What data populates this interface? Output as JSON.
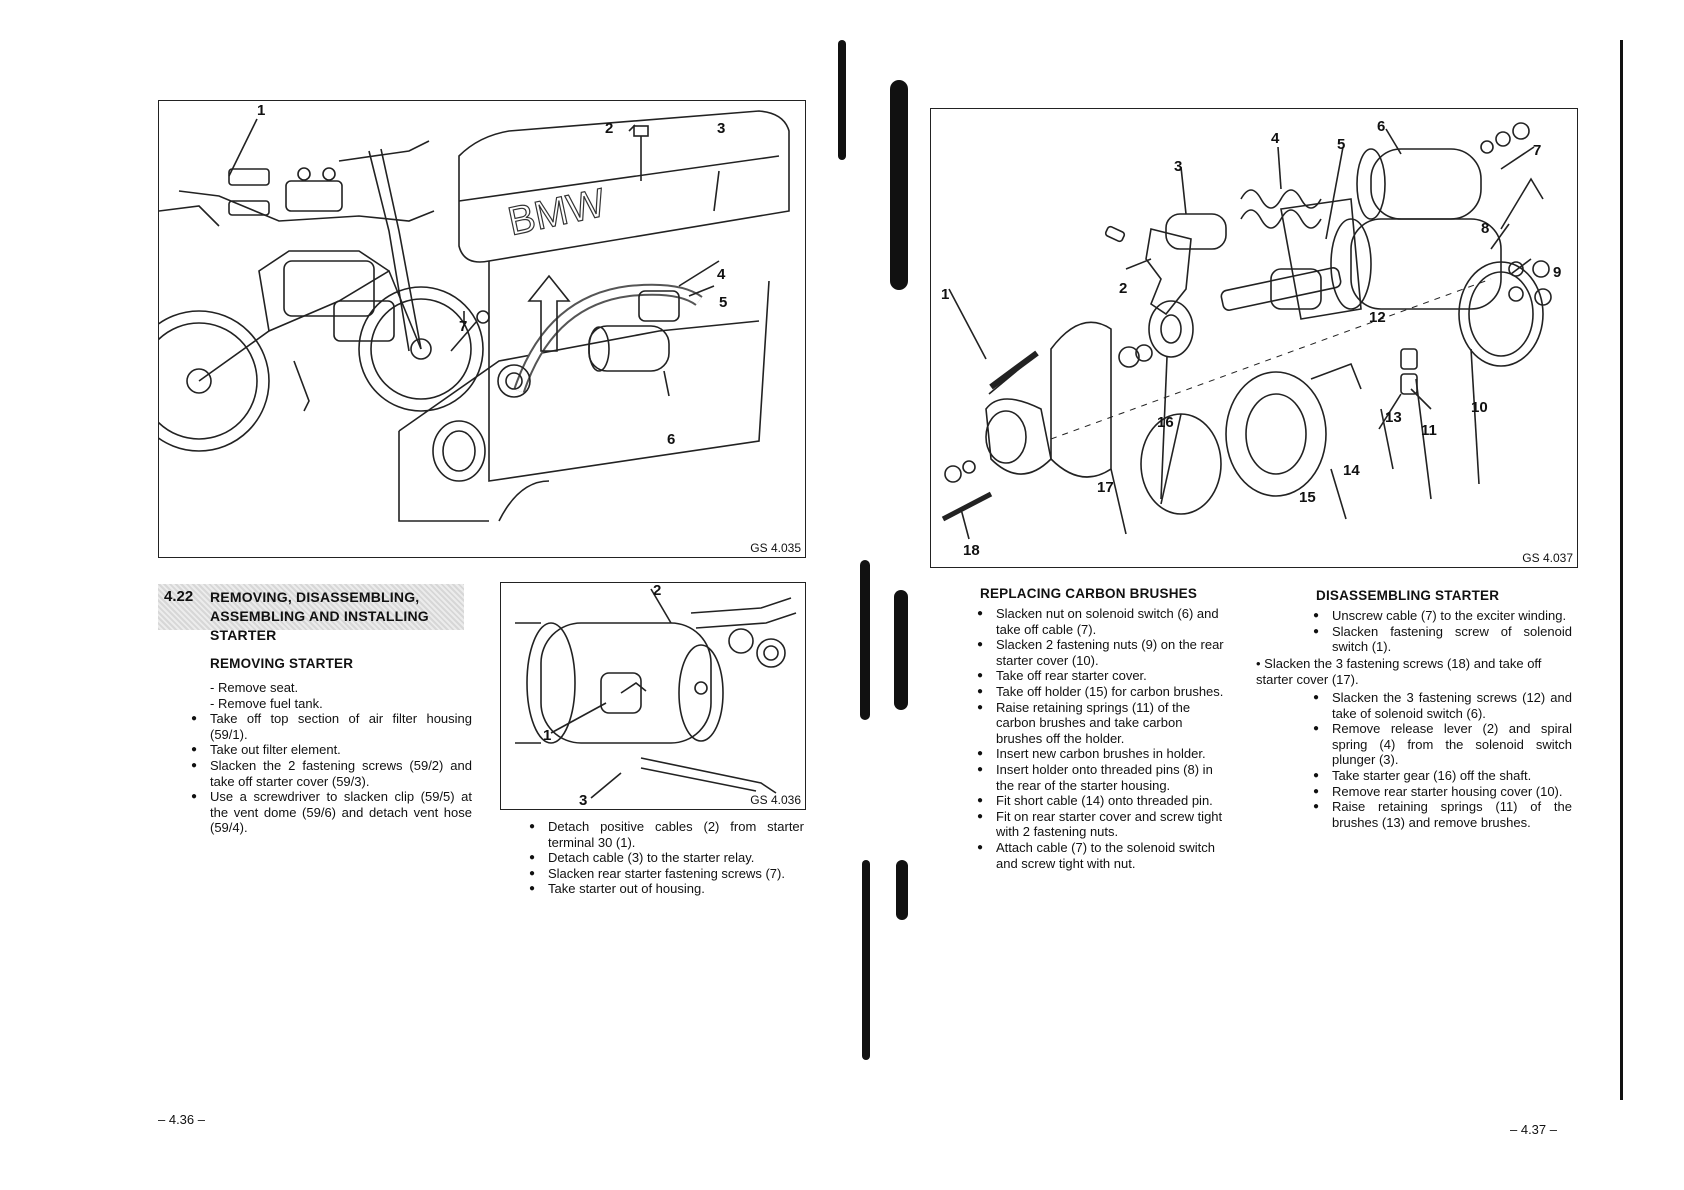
{
  "left_page": {
    "figure_1": {
      "code": "GS 4.035",
      "callouts": [
        "1",
        "2",
        "3",
        "4",
        "5",
        "6",
        "7"
      ],
      "logo_text": "BMW"
    },
    "figure_2": {
      "code": "GS 4.036",
      "callouts": [
        "1",
        "2",
        "3"
      ]
    },
    "section": {
      "number": "4.22",
      "title": "REMOVING, DISASSEMBLING, ASSEMBLING AND INSTALLING STARTER"
    },
    "removing_starter": {
      "heading": "REMOVING STARTER",
      "steps": [
        {
          "type": "dash",
          "text": "Remove seat."
        },
        {
          "type": "dash",
          "text": "Remove fuel tank."
        },
        {
          "type": "bullet",
          "text": "Take off top section of air filter housing (59/1)."
        },
        {
          "type": "bullet",
          "text": "Take out filter element."
        },
        {
          "type": "bullet",
          "text": "Slacken the 2 fastening screws (59/2) and take off starter cover (59/3)."
        },
        {
          "type": "bullet",
          "text": "Use a screwdriver to slacken clip (59/5) at the vent dome (59/6) and detach vent hose (59/4)."
        }
      ]
    },
    "removing_starter_cont": [
      "Detach positive cables (2) from starter terminal 30 (1).",
      "Detach cable (3) to the starter relay.",
      "Slacken rear starter fastening screws (7).",
      "Take starter out of housing."
    ],
    "page_number": "– 4.36 –"
  },
  "right_page": {
    "figure_3": {
      "code": "GS 4.037",
      "callouts": [
        "1",
        "2",
        "3",
        "4",
        "5",
        "6",
        "7",
        "8",
        "9",
        "10",
        "11",
        "12",
        "13",
        "14",
        "15",
        "16",
        "17",
        "18"
      ]
    },
    "replacing_brushes": {
      "heading": "REPLACING CARBON BRUSHES",
      "steps": [
        "Slacken nut on solenoid switch (6) and take off cable (7).",
        "Slacken 2 fastening nuts (9) on the rear starter cover (10).",
        "Take off rear starter cover.",
        "Take off holder (15) for carbon brushes.",
        "Raise retaining springs (11) of the carbon brushes and take carbon brushes off the holder.",
        "Insert new carbon brushes in holder.",
        "Insert holder onto threaded pins (8) in the rear of the starter housing.",
        "Fit short cable (14) onto threaded pin.",
        "Fit on rear starter cover and screw tight with 2 fastening nuts.",
        "Attach cable (7) to the solenoid switch and screw tight with nut."
      ]
    },
    "disassembling_starter": {
      "heading": "DISASSEMBLING STARTER",
      "steps_a": [
        "Unscrew cable (7) to the exciter winding.",
        "Slacken fastening screw of solenoid switch (1)."
      ],
      "outdented_step": "• Slacken the 3 fastening screws (18) and take off starter cover (17).",
      "steps_b": [
        "Slacken the 3 fastening screws (12) and take of solenoid switch (6).",
        "Remove release lever (2) and spiral spring (4) from the solenoid switch plunger (3).",
        "Take starter gear (16) off the shaft.",
        "Remove rear starter housing cover (10).",
        "Raise retaining springs (11) of the brushes (13) and remove brushes."
      ]
    },
    "page_number": "– 4.37 –"
  },
  "colors": {
    "ink": "#111111",
    "paper": "#ffffff",
    "band": "#dcdcdc"
  }
}
